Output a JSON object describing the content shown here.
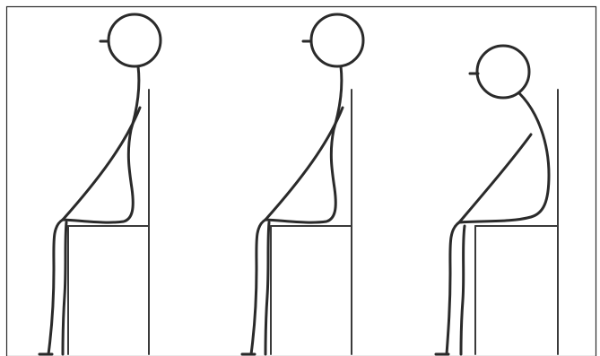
{
  "figure": {
    "panels": [
      {
        "id": "panel-1",
        "posture": "upright-head-forward"
      },
      {
        "id": "panel-2",
        "posture": "upright-head-forward"
      },
      {
        "id": "panel-3",
        "posture": "slouched"
      }
    ]
  },
  "colors": {
    "background": "#ffffff",
    "border": "#2b2b2b",
    "ink": "#2a2a2a",
    "chair": "#3a3a3a"
  }
}
